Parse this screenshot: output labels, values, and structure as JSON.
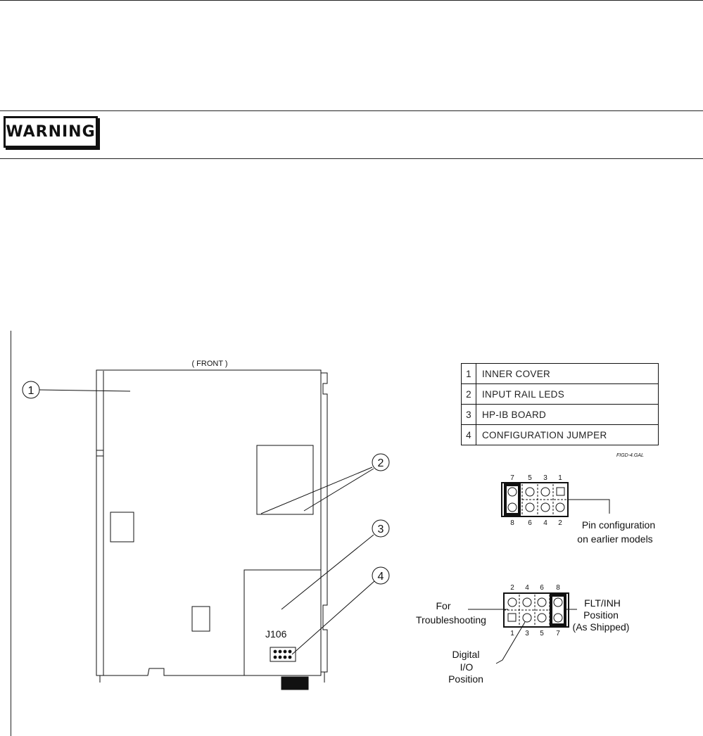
{
  "warning": {
    "label": "WARNING"
  },
  "figure": {
    "front_label": "( FRONT )",
    "callouts": [
      "1",
      "2",
      "3",
      "4"
    ],
    "connector_label": "J106",
    "legend": [
      {
        "num": "1",
        "text": "INNER COVER"
      },
      {
        "num": "2",
        "text": "INPUT RAIL LEDS"
      },
      {
        "num": "3",
        "text": "HP-IB BOARD"
      },
      {
        "num": "4",
        "text": "CONFIGURATION JUMPER"
      }
    ],
    "file_code": "FIGD-4.GAL",
    "earlier": {
      "top_pins": [
        "7",
        "5",
        "3",
        "1"
      ],
      "bottom_pins": [
        "8",
        "6",
        "4",
        "2"
      ],
      "caption_line1": "Pin configuration",
      "caption_line2": "on earlier models"
    },
    "current": {
      "top_pins": [
        "2",
        "4",
        "6",
        "8"
      ],
      "bottom_pins": [
        "1",
        "3",
        "5",
        "7"
      ],
      "troubleshooting_line1": "For",
      "troubleshooting_line2": "Troubleshooting",
      "flt_line1": "FLT/INH",
      "flt_line2": "Position",
      "flt_line3": "(As Shipped)",
      "digital_line1": "Digital",
      "digital_line2": "I/O",
      "digital_line3": "Position"
    }
  }
}
